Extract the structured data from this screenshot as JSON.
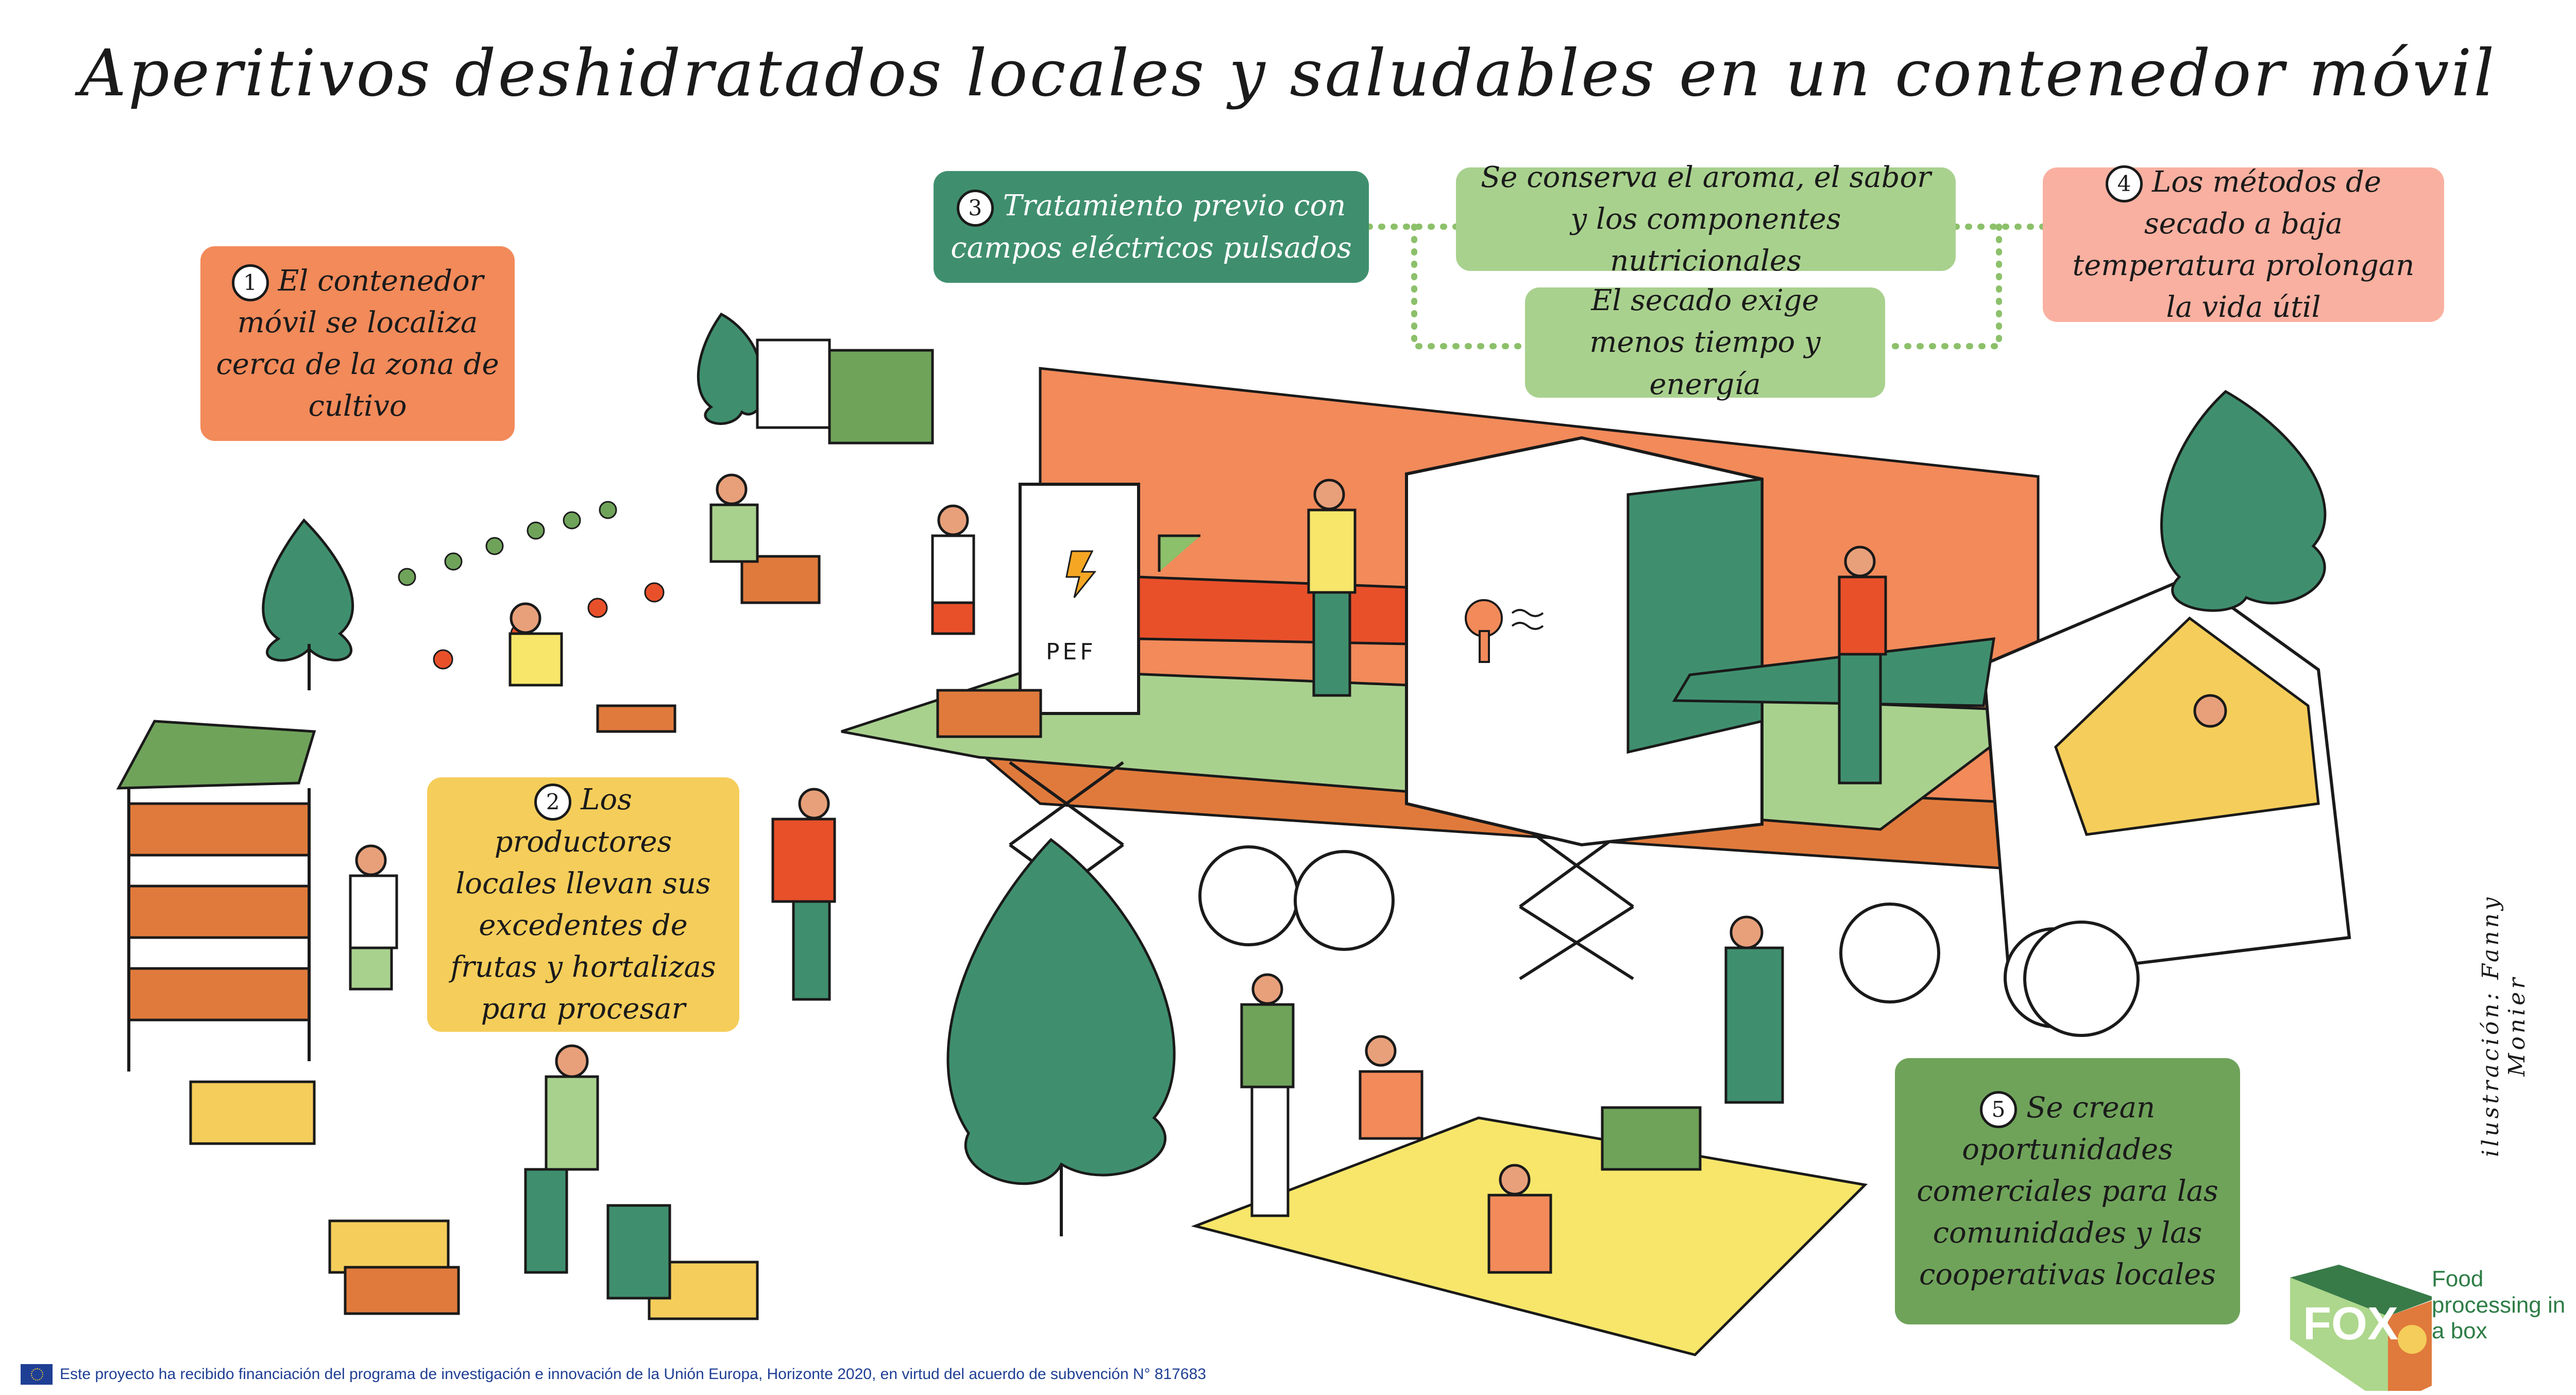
{
  "title": "Aperitivos deshidratados locales y saludables en un contenedor móvil",
  "steps": [
    {
      "number": "1",
      "text": "El contenedor móvil se localiza cerca de la zona de cultivo",
      "color": "#f28a5a"
    },
    {
      "number": "2",
      "text": "Los productores locales llevan sus excedentes de frutas y hortalizas para procesar",
      "color": "#f5cd5a"
    },
    {
      "number": "3",
      "text": "Tratamiento previo con campos eléctricos pulsados",
      "color": "#3f8f6e"
    },
    {
      "number": "4",
      "text": "Los métodos de secado a baja temperatura prolongan la vida útil",
      "color": "#f9b0a0"
    },
    {
      "number": "5",
      "text": "Se crean oportunidades comerciales para las comunidades y las cooperativas locales",
      "color": "#6fa35a"
    }
  ],
  "benefits": [
    "Se conserva el aroma, el sabor y los componentes nutricionales",
    "El secado exige menos tiempo y energía"
  ],
  "machine_label": "PEF",
  "credit": "ilustración: Fanny Monier",
  "footer": "Este proyecto ha recibido financiación del programa de investigación e innovación de la Unión Europa, Horizonte 2020, en virtud del acuerdo de subvención N° 817683",
  "logo": {
    "mark": "FOX",
    "text": "Food processing in a box"
  }
}
